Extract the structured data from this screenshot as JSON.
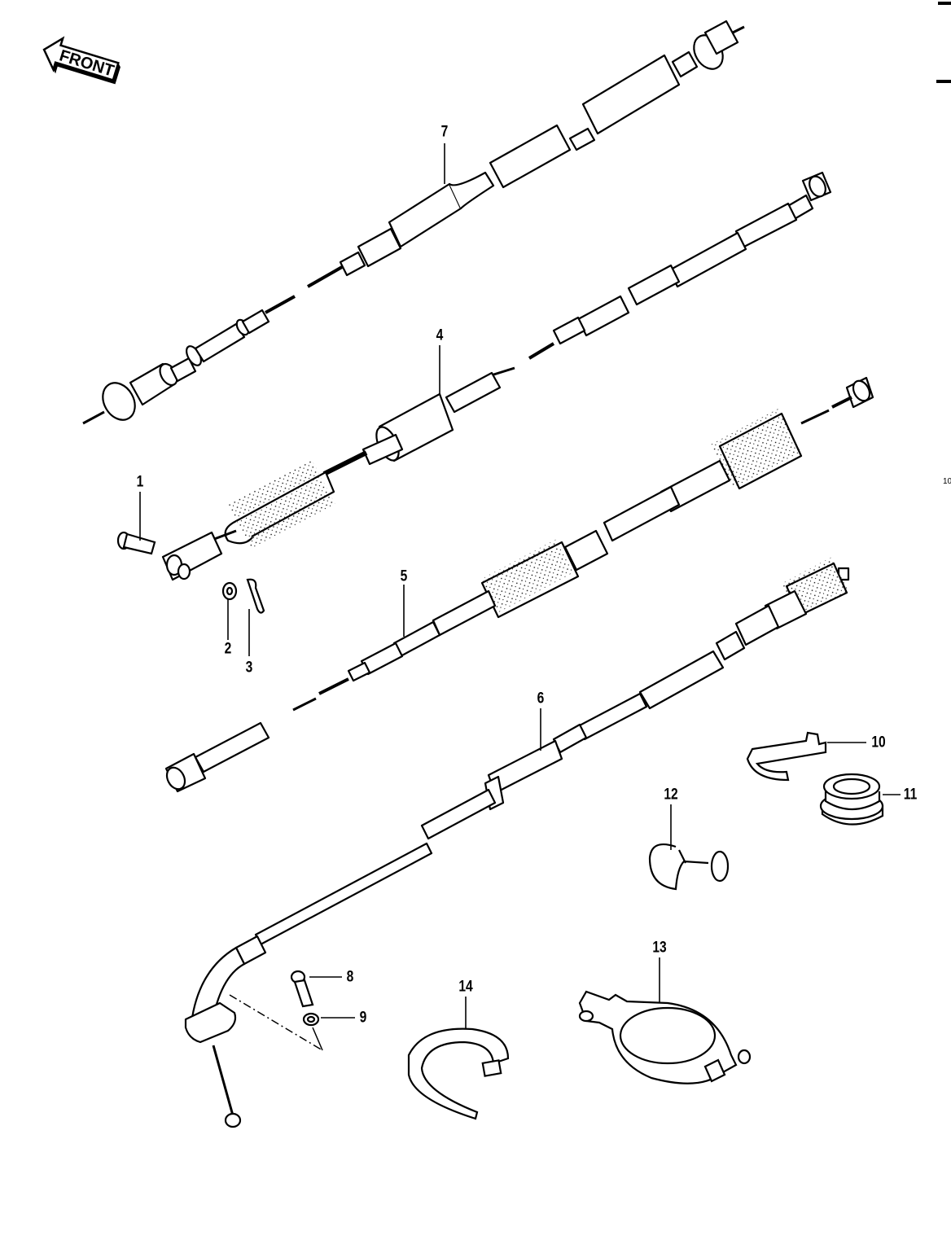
{
  "front_arrow": {
    "text": "FRONT"
  },
  "parts": [
    {
      "id": "part-1",
      "number": "1"
    },
    {
      "id": "part-2",
      "number": "2"
    },
    {
      "id": "part-3",
      "number": "3"
    },
    {
      "id": "part-4",
      "number": "4"
    },
    {
      "id": "part-5",
      "number": "5"
    },
    {
      "id": "part-6",
      "number": "6"
    },
    {
      "id": "part-7",
      "number": "7"
    },
    {
      "id": "part-8",
      "number": "8"
    },
    {
      "id": "part-9",
      "number": "9"
    },
    {
      "id": "part-10",
      "number": "10"
    },
    {
      "id": "part-11",
      "number": "11"
    },
    {
      "id": "part-12",
      "number": "12"
    },
    {
      "id": "part-13",
      "number": "13"
    },
    {
      "id": "part-14",
      "number": "14"
    }
  ],
  "edge_text": "10"
}
